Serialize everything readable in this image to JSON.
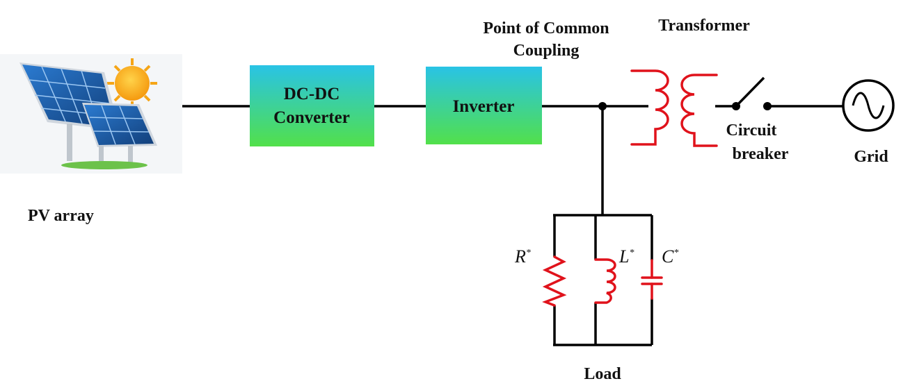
{
  "labels": {
    "pv_array": "PV array",
    "pcc_line1": "Point of Common",
    "pcc_line2": "Coupling",
    "transformer": "Transformer",
    "breaker_line1": "Circuit",
    "breaker_line2": "breaker",
    "grid": "Grid",
    "load": "Load"
  },
  "blocks": {
    "dcdc_line1": "DC-DC",
    "dcdc_line2": "Converter",
    "inverter": "Inverter"
  },
  "load_components": {
    "resistor": "R",
    "inductor": "L",
    "capacitor": "C",
    "star": "*"
  },
  "colors": {
    "wire": "#000000",
    "component": "#e0121b",
    "block_gradient_top": "#29c3e6",
    "block_gradient_bottom": "#52e04a",
    "sun": "#f7b21b",
    "panel": "#1f5fa8"
  }
}
